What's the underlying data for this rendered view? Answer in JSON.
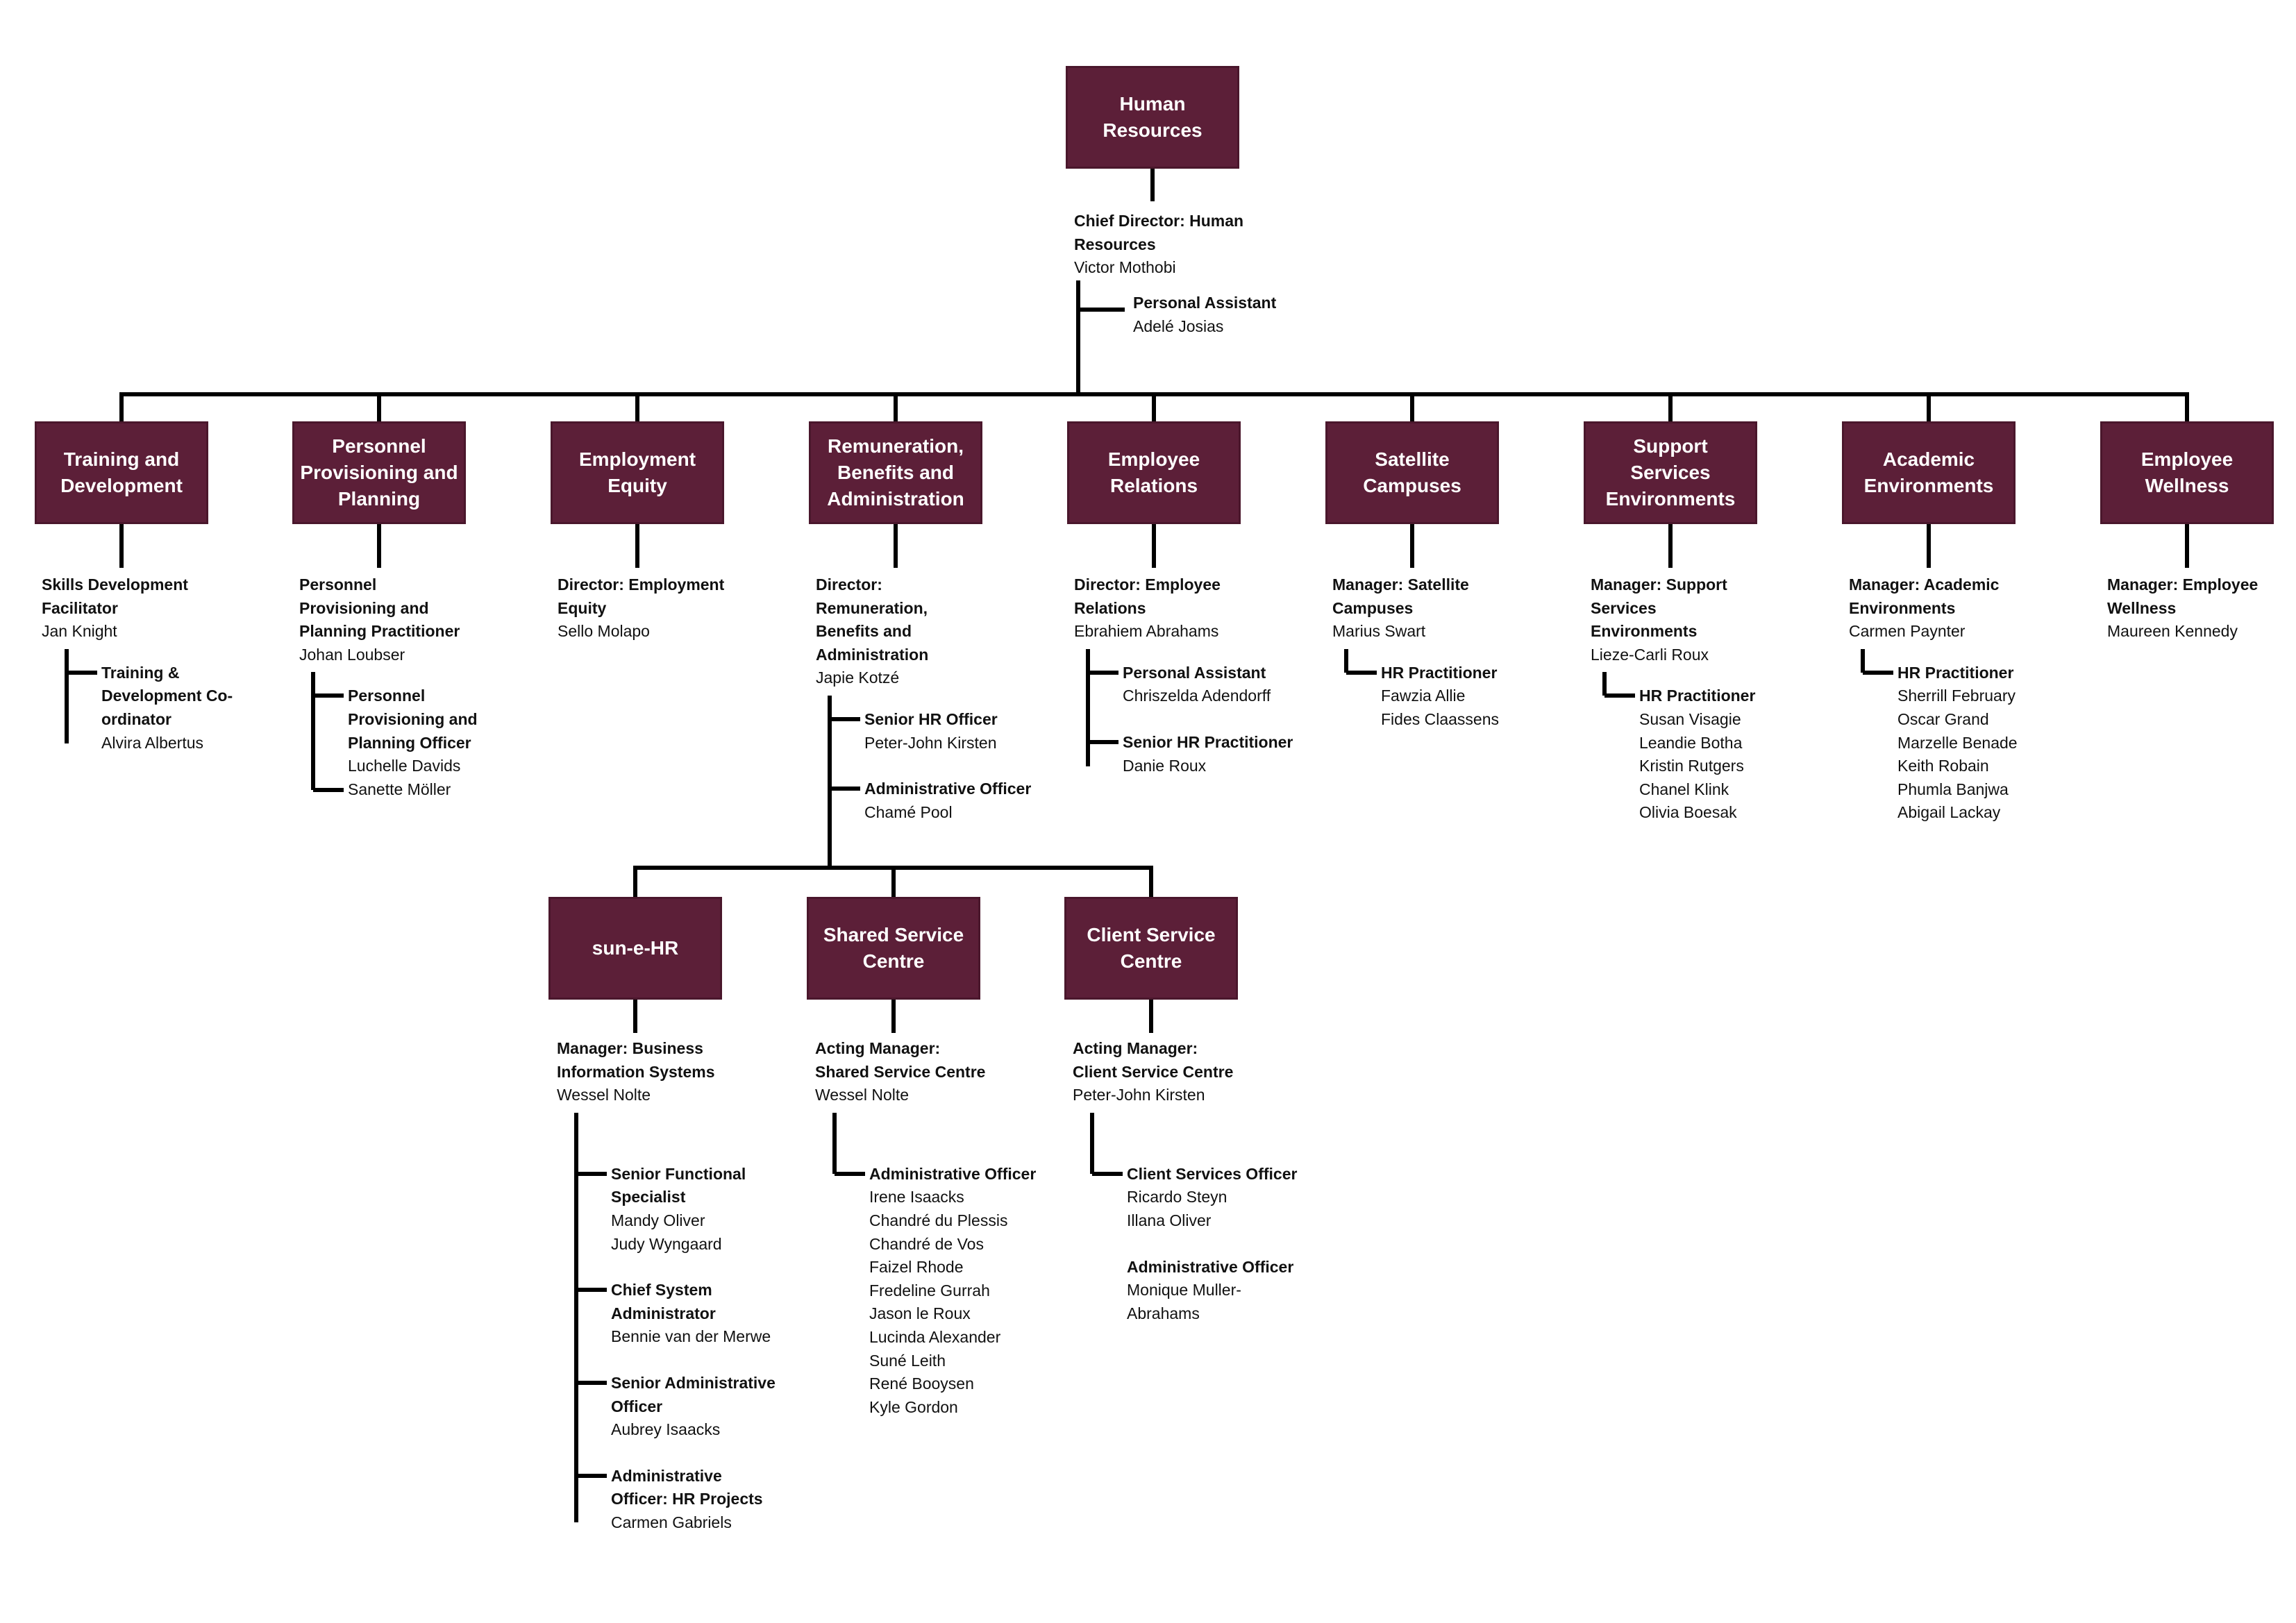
{
  "colors": {
    "box_fill": "#5c1f38",
    "box_text": "#ffffff",
    "connector": "#000000",
    "text": "#111111"
  },
  "root": {
    "label": "Human\nResources",
    "head": {
      "title": "Chief Director: Human\nResources",
      "names": "Victor Mothobi"
    },
    "assistant": {
      "title": "Personal Assistant",
      "names": "Adelé Josias"
    }
  },
  "departments": [
    {
      "id": "training",
      "label": "Training and\nDevelopment",
      "head": {
        "title": "Skills Development\nFacilitator",
        "names": "Jan Knight"
      },
      "subs": [
        {
          "title": "Training &\nDevelopment Co-\nordinator",
          "names": "Alvira Albertus"
        }
      ]
    },
    {
      "id": "provisioning",
      "label": "Personnel\nProvisioning and\nPlanning",
      "head": {
        "title": "Personnel\nProvisioning and\nPlanning Practitioner",
        "names": "Johan Loubser"
      },
      "subs": [
        {
          "title": "Personnel\nProvisioning and\nPlanning Officer",
          "names": "Luchelle Davids\nSanette Möller"
        }
      ]
    },
    {
      "id": "equity",
      "label": "Employment\nEquity",
      "head": {
        "title": "Director: Employment\nEquity",
        "names": "Sello Molapo"
      },
      "subs": []
    },
    {
      "id": "remuneration",
      "label": "Remuneration,\nBenefits and\nAdministration",
      "head": {
        "title": "Director:\nRemuneration,\nBenefits and\nAdministration",
        "names": "Japie Kotzé"
      },
      "subs": [
        {
          "title": "Senior HR Officer",
          "names": "Peter-John Kirsten"
        },
        {
          "title": "Administrative Officer",
          "names": "Chamé Pool"
        }
      ]
    },
    {
      "id": "relations",
      "label": "Employee\nRelations",
      "head": {
        "title": "Director: Employee\nRelations",
        "names": "Ebrahiem Abrahams"
      },
      "subs": [
        {
          "title": "Personal Assistant",
          "names": "Chriszelda Adendorff"
        },
        {
          "title": "Senior HR Practitioner",
          "names": "Danie Roux"
        }
      ]
    },
    {
      "id": "satellite",
      "label": "Satellite\nCampuses",
      "head": {
        "title": "Manager: Satellite\nCampuses",
        "names": "Marius Swart"
      },
      "subs": [
        {
          "title": "HR Practitioner",
          "names": "Fawzia Allie\nFides Claassens"
        }
      ]
    },
    {
      "id": "support",
      "label": "Support Services\nEnvironments",
      "head": {
        "title": "Manager: Support\nServices\nEnvironments",
        "names": "Lieze-Carli Roux"
      },
      "subs": [
        {
          "title": "HR Practitioner",
          "names": "Susan Visagie\nLeandie Botha\nKristin Rutgers\nChanel Klink\nOlivia Boesak"
        }
      ]
    },
    {
      "id": "academic",
      "label": "Academic\nEnvironments",
      "head": {
        "title": "Manager: Academic\nEnvironments",
        "names": "Carmen Paynter"
      },
      "subs": [
        {
          "title": "HR Practitioner",
          "names": "Sherrill February\nOscar Grand\nMarzelle Benade\nKeith Robain\nPhumla Banjwa\nAbigail Lackay"
        }
      ]
    },
    {
      "id": "wellness",
      "label": "Employee\nWellness",
      "head": {
        "title": "Manager: Employee\nWellness",
        "names": "Maureen Kennedy"
      },
      "subs": []
    }
  ],
  "sub_units": [
    {
      "id": "suneh",
      "label": "sun-e-HR",
      "head": {
        "title": "Manager: Business\nInformation Systems",
        "names": "Wessel Nolte"
      },
      "subs": [
        {
          "title": "Senior Functional\nSpecialist",
          "names": "Mandy Oliver\nJudy Wyngaard"
        },
        {
          "title": "Chief System\nAdministrator",
          "names": "Bennie van der Merwe"
        },
        {
          "title": "Senior Administrative\nOfficer",
          "names": "Aubrey Isaacks"
        },
        {
          "title": "Administrative\nOfficer: HR Projects",
          "names": "Carmen Gabriels"
        }
      ]
    },
    {
      "id": "ssc",
      "label": "Shared Service\nCentre",
      "head": {
        "title": "Acting Manager:\nShared Service Centre",
        "names": "Wessel Nolte"
      },
      "subs": [
        {
          "title": "Administrative Officer",
          "names": "Irene Isaacks\nChandré du Plessis\nChandré de Vos\nFaizel Rhode\nFredeline Gurrah\nJason le Roux\nLucinda Alexander\nSuné Leith\nRené Booysen\nKyle Gordon"
        }
      ]
    },
    {
      "id": "csc",
      "label": "Client Service\nCentre",
      "head": {
        "title": "Acting Manager:\nClient Service Centre",
        "names": "Peter-John Kirsten"
      },
      "subs": [
        {
          "title": "Client Services Officer",
          "names": "Ricardo Steyn\nIllana Oliver"
        },
        {
          "title": "Administrative Officer",
          "names": "Monique Muller-\nAbrahams"
        }
      ]
    }
  ]
}
